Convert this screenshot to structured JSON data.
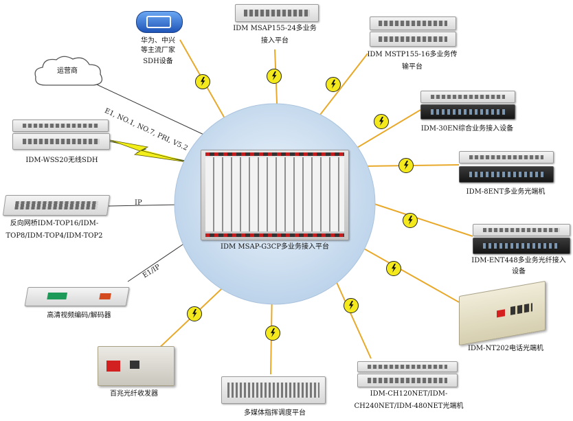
{
  "center": {
    "label": "IDM MSAP-G3CP多业务接入平台"
  },
  "nodes": [
    {
      "id": "sdh",
      "label_lines": [
        "华为、中兴",
        "等主流厂家",
        "SDH设备"
      ],
      "icon": "sdh-network-icon"
    },
    {
      "id": "msap155",
      "label_lines": [
        "IDM MSAP155-24多业务",
        "接入平台"
      ],
      "icon": "rack-device-icon"
    },
    {
      "id": "mstp155",
      "label_lines": [
        "IDM MSTP155-16多业务传",
        "输平台"
      ],
      "icon": "rack-device-icon"
    },
    {
      "id": "carrier",
      "label_lines": [
        "运营商"
      ],
      "icon": "cloud-icon"
    },
    {
      "id": "idm30en",
      "label_lines": [
        "IDM-30EN综合业务接入设备"
      ],
      "icon": "rack-device-icon"
    },
    {
      "id": "wss20",
      "label_lines": [
        "IDM-WSS20无线SDH"
      ],
      "icon": "rack-device-icon"
    },
    {
      "id": "idm8ent",
      "label_lines": [
        "IDM-8ENT多业务光端机"
      ],
      "icon": "rack-device-icon"
    },
    {
      "id": "top",
      "label_lines": [
        "反向网桥IDM-TOP16/IDM-",
        "TOP8/IDM-TOP4/IDM-TOP2"
      ],
      "icon": "rack-device-icon"
    },
    {
      "id": "ent448",
      "label_lines": [
        "IDM-ENT448多业务光纤接入",
        "设备"
      ],
      "icon": "rack-device-icon"
    },
    {
      "id": "codec",
      "label_lines": [
        "高清视频编码/解码器"
      ],
      "icon": "video-codec-icon"
    },
    {
      "id": "nt202",
      "label_lines": [
        "IDM-NT202电话光端机"
      ],
      "icon": "desktop-box-icon"
    },
    {
      "id": "transceiver",
      "label_lines": [
        "百兆光纤收发器"
      ],
      "icon": "desktop-box-icon"
    },
    {
      "id": "ch120",
      "label_lines": [
        "IDM-CH120NET/IDM-",
        "CH240NET/IDM-480NET光端机"
      ],
      "icon": "rack-device-icon"
    },
    {
      "id": "multimedia",
      "label_lines": [
        "多媒体指挥调度平台"
      ],
      "icon": "rack-device-icon"
    }
  ],
  "edge_labels": {
    "carrier": "E1, NO.1, NO.7, PRI, V5.2",
    "top": "IP",
    "codec": "E1/IP"
  },
  "colors": {
    "fiber_line": "#e8a92a",
    "copper_line": "#333333",
    "wireless_bolt": "#f2ee1a",
    "center_circle": "#c7dbef"
  }
}
